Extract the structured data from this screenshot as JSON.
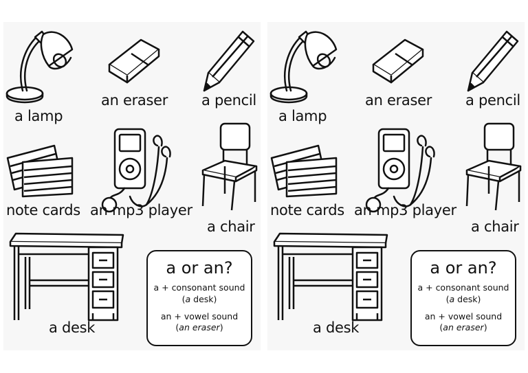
{
  "worksheet": {
    "items": {
      "lamp": "a lamp",
      "eraser": "an eraser",
      "pencil": "a pencil",
      "note_cards": "note cards",
      "mp3_player": "an mp3 player",
      "chair": "a chair",
      "desk": "a desk"
    },
    "rule_box": {
      "title": "a or an?",
      "line1": "a + consonant sound",
      "example1_open": "(",
      "example1_article": "a",
      "example1_noun": " desk",
      "example1_close": ")",
      "line2": "an + vowel sound",
      "example2_open": "(",
      "example2_text": "an eraser",
      "example2_close": ")"
    }
  }
}
